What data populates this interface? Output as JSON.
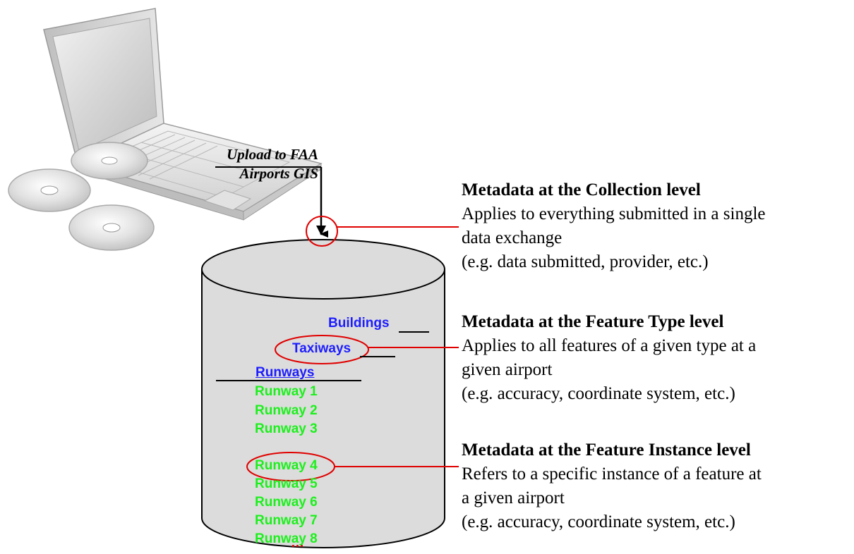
{
  "upload": {
    "line1": "Upload to FAA",
    "line2": "Airports GIS"
  },
  "database": {
    "feature_types": [
      {
        "label": "Buildings"
      },
      {
        "label": "Taxiways"
      }
    ],
    "runways_header": "Runways",
    "runways": [
      "Runway 1",
      "Runway 2",
      "Runway 3",
      "Runway 4",
      "Runway 5",
      "Runway 6",
      "Runway 7",
      "Runway 8"
    ],
    "ellipsis": "…"
  },
  "metadata": [
    {
      "heading": "Metadata at the Collection level",
      "lines": [
        "Applies to everything submitted in a single",
        "data exchange",
        "(e.g. data submitted, provider, etc.)"
      ]
    },
    {
      "heading": "Metadata at the Feature Type level",
      "lines": [
        "Applies to all features of a given type at a",
        "given airport",
        "(e.g. accuracy, coordinate system, etc.)"
      ]
    },
    {
      "heading": "Metadata at the Feature Instance level",
      "lines": [
        "Refers to a specific instance of a feature at",
        "a given airport",
        "(e.g. accuracy, coordinate system, etc.)"
      ]
    }
  ],
  "colors": {
    "feature_type": "#1d1dff",
    "runway_instance": "#1cf01c",
    "highlight": "#e00000",
    "cylinder_fill": "#dcdcdc"
  },
  "icons": [
    "laptop-icon",
    "cd-disc-icon"
  ]
}
